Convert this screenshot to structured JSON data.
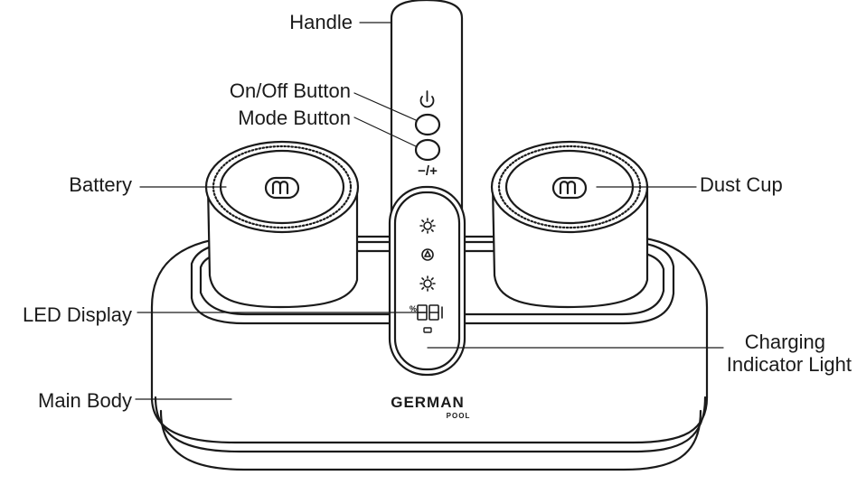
{
  "labels": {
    "handle": "Handle",
    "on_off_button": "On/Off Button",
    "mode_button": "Mode Button",
    "battery": "Battery",
    "dust_cup": "Dust Cup",
    "led_display": "LED Display",
    "charging_line1": "Charging",
    "charging_line2": "Indicator Light",
    "main_body": "Main Body"
  },
  "device": {
    "minus_plus": "−/+",
    "brand": "GERMAN",
    "brand_sub": "POOL",
    "led_digits": "88",
    "led_percent": "%"
  },
  "colors": {
    "line": "#1a1a1a",
    "fill": "#ffffff"
  }
}
